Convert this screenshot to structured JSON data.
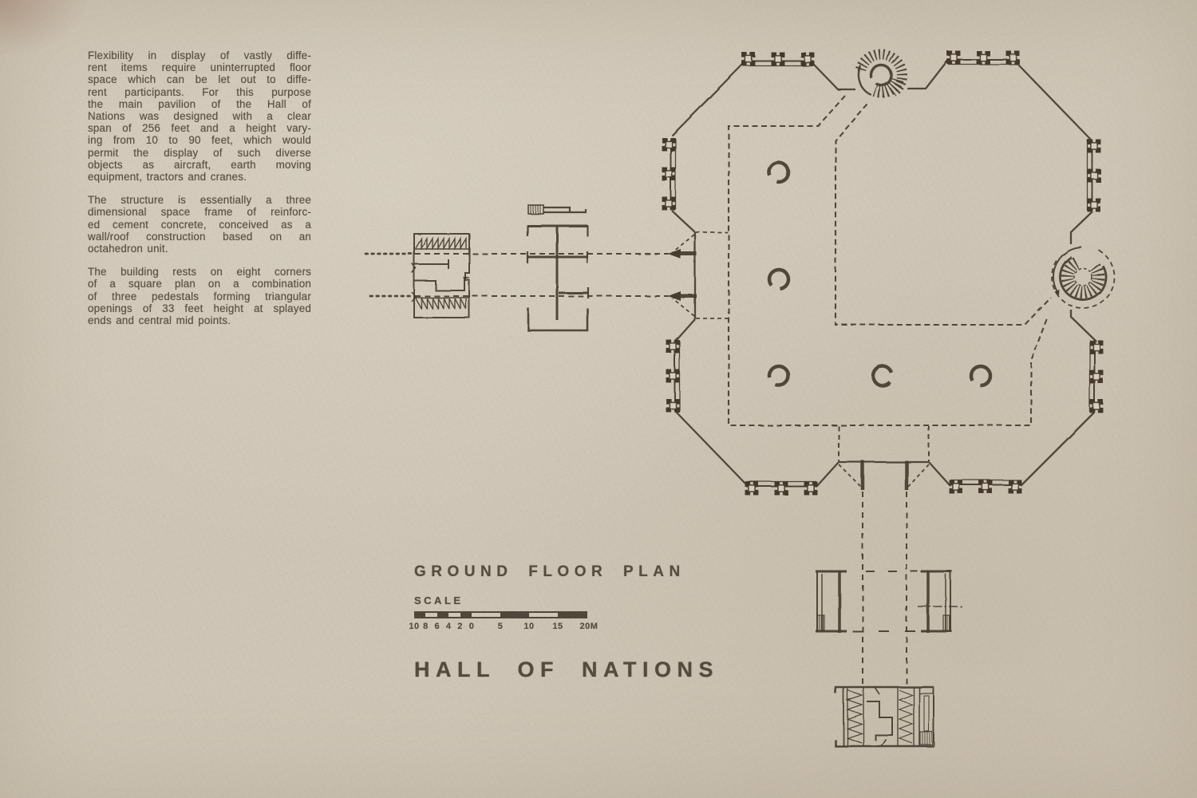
{
  "article": {
    "paragraphs": [
      {
        "lines": [
          "Flexibility in display of vastly diffe-",
          "rent items require uninterrupted floor",
          "space which can be let out to diffe-",
          "rent participants.  For this purpose",
          "the main pavilion of the Hall of",
          "Nations was designed with a clear",
          "span of 256 feet and a height vary-",
          "ing from 10 to 90 feet, which would",
          "permit the display of such diverse",
          "objects as aircraft, earth moving",
          "equipment, tractors and cranes."
        ]
      },
      {
        "lines": [
          "The structure is essentially a three",
          "dimensional space frame of reinforc-",
          "ed cement concrete, conceived as a",
          "wall/roof construction based on an",
          "octahedron unit."
        ]
      },
      {
        "lines": [
          "The building rests on eight corners",
          "of a square plan on a combination",
          "of three pedestals forming triangular",
          "openings of 33 feet height at splayed",
          "ends and central mid points."
        ]
      }
    ]
  },
  "titles": {
    "drawing_title": "GROUND FLOOR PLAN",
    "main_title": "HALL OF NATIONS"
  },
  "scale": {
    "label": "SCALE",
    "tick_labels": [
      "10",
      "8",
      "6",
      "4",
      "2",
      "0",
      "5",
      "10",
      "15",
      "20M"
    ]
  },
  "colors": {
    "paper": "#d7cec0",
    "ink": "#44392c",
    "text": "#4a4134"
  }
}
